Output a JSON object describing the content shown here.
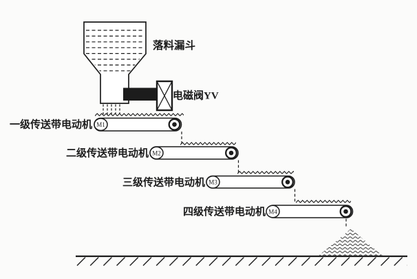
{
  "colors": {
    "ink": "#1c1c1c",
    "paper": "#fbfbfa"
  },
  "hopper": {
    "label": "落料漏斗"
  },
  "valve": {
    "label": "电磁阀YV"
  },
  "conveyors": [
    {
      "label": "一级传送带电动机",
      "motor": "M1"
    },
    {
      "label": "二级传送带电动机",
      "motor": "M2"
    },
    {
      "label": "三级传送带电动机",
      "motor": "M3"
    },
    {
      "label": "四级传送带电动机",
      "motor": "M4"
    }
  ]
}
